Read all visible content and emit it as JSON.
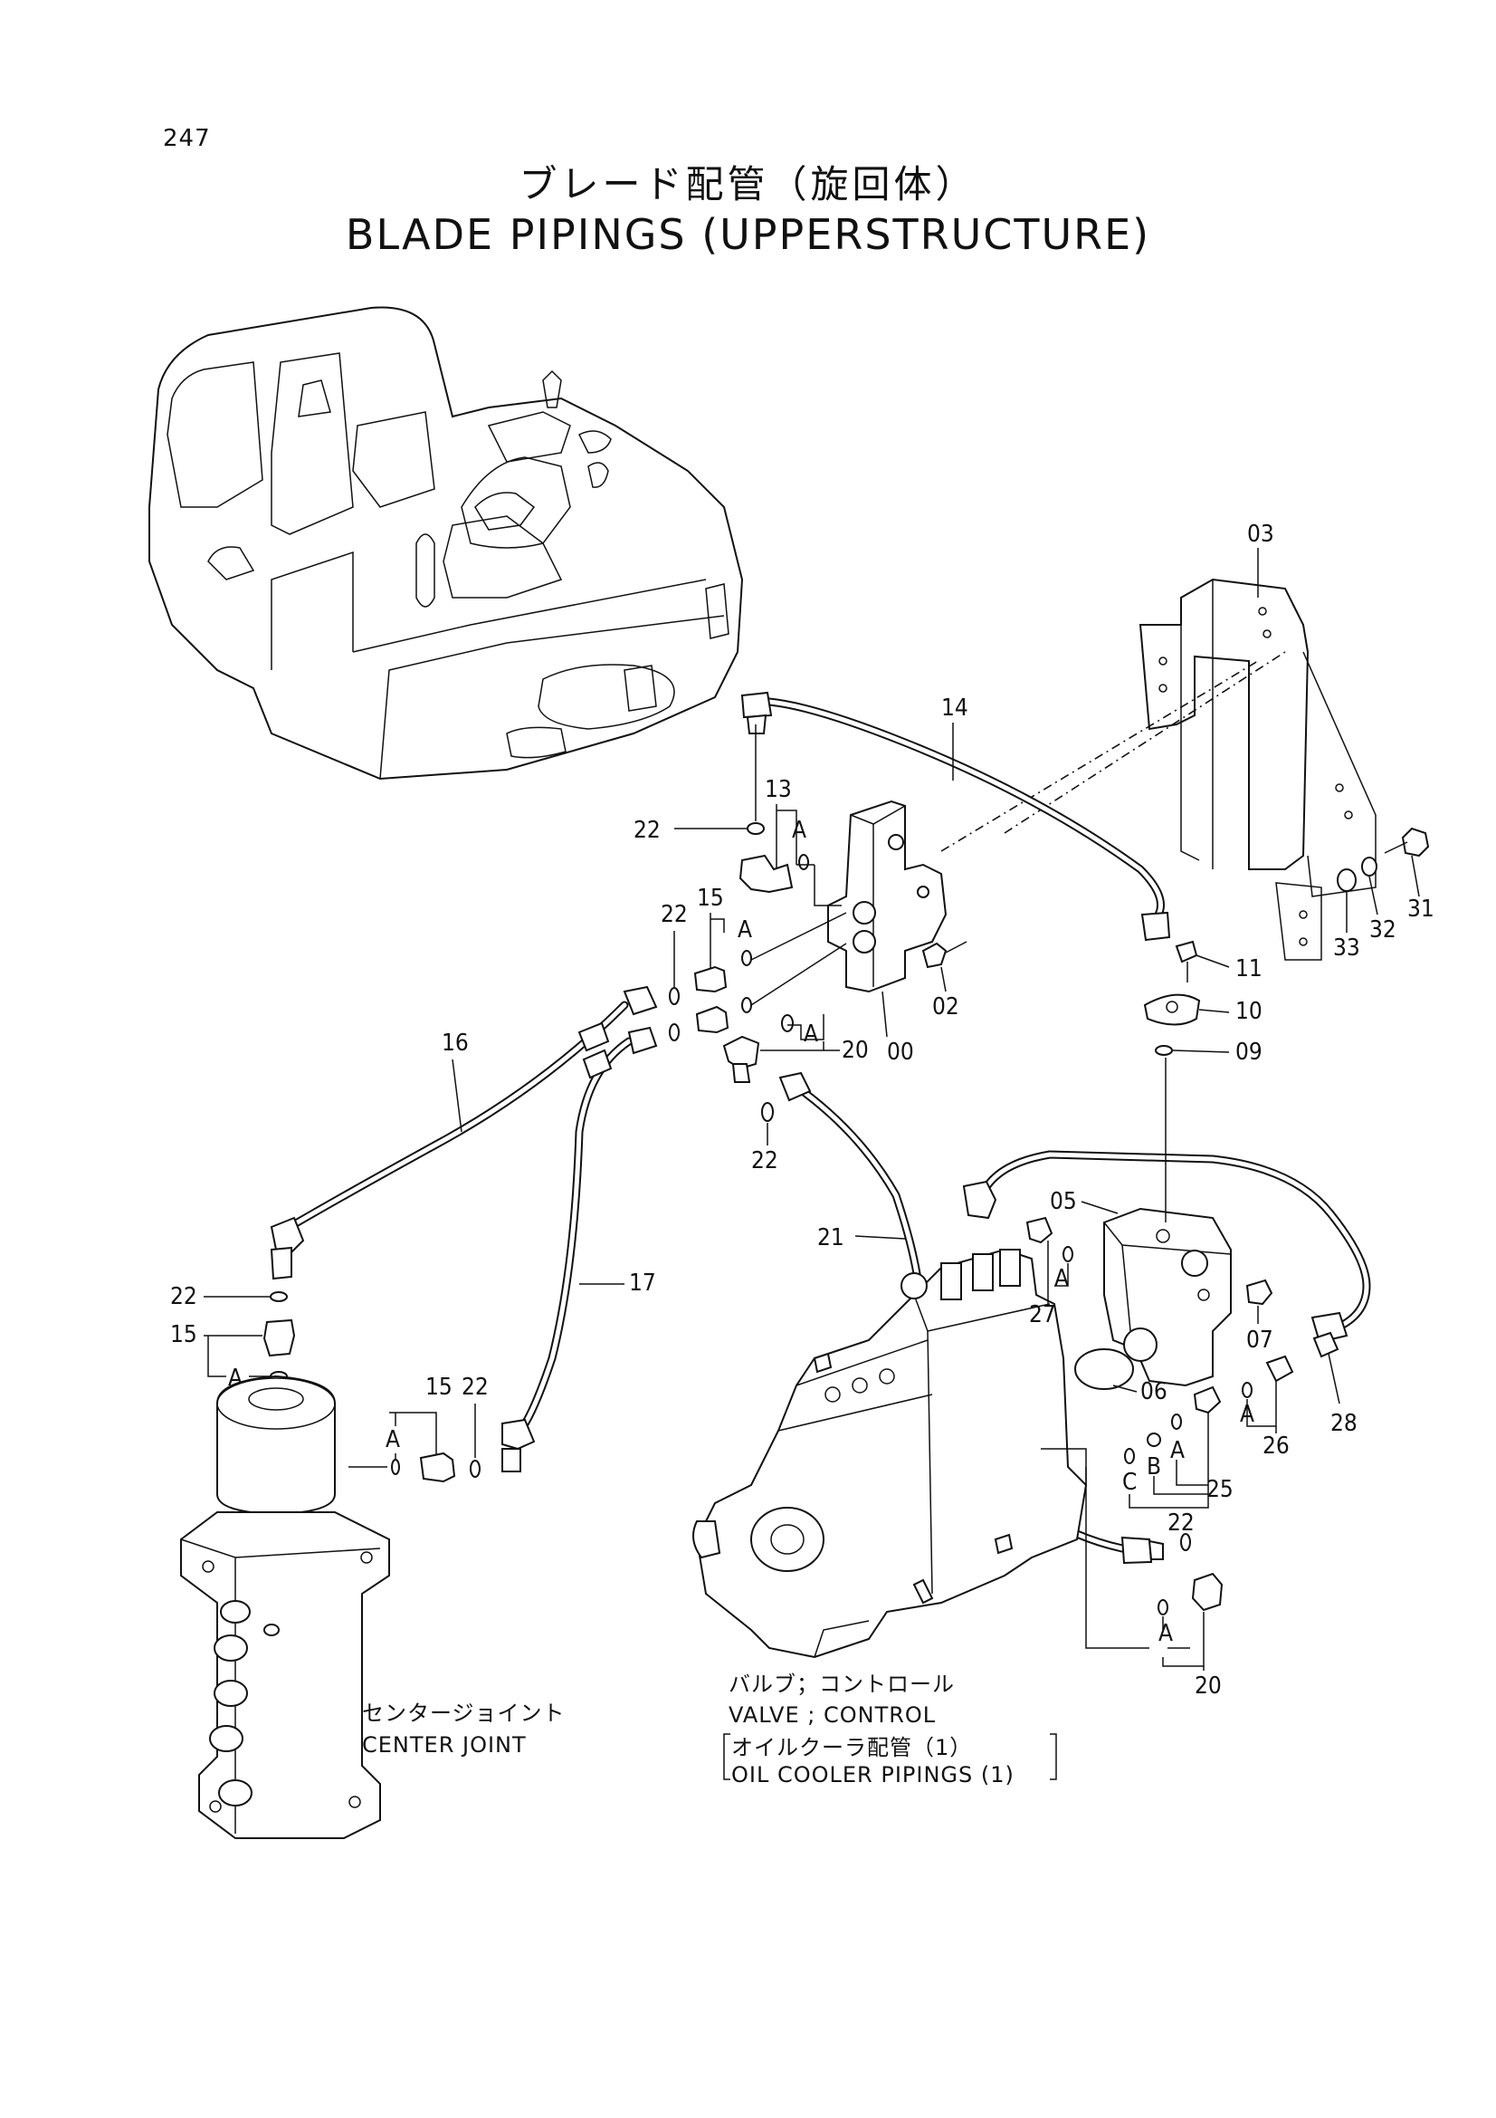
{
  "page_number": "247",
  "title_jp": "ブレード配管（旋回体）",
  "title_en": "BLADE PIPINGS (UPPERSTRUCTURE)",
  "captions": {
    "center_joint_jp": "センタージョイント",
    "center_joint_en": "CENTER  JOINT",
    "valve_jp": "バルブ；コントロール",
    "valve_en": "VALVE ; CONTROL",
    "oil_cooler_jp": "オイルクーラ配管（1）",
    "oil_cooler_en": "OIL  COOLER  PIPINGS (1)"
  },
  "part_labels": {
    "p03": "03",
    "p14": "14",
    "p13": "13",
    "p22a": "22",
    "p22b": "22",
    "p22c": "22",
    "p22d": "22",
    "p22e": "22",
    "p22f": "22",
    "p15a": "15",
    "p15b": "15",
    "p15c": "15",
    "p16": "16",
    "p17": "17",
    "p21": "21",
    "p02": "02",
    "p00": "00",
    "p20a": "20",
    "p20b": "20",
    "p11": "11",
    "p10": "10",
    "p09": "09",
    "p31": "31",
    "p32": "32",
    "p33": "33",
    "p05": "05",
    "p07": "07",
    "p06": "06",
    "p27": "27",
    "p26": "26",
    "p25": "25",
    "p28": "28"
  },
  "connection_marks": {
    "a1": "A",
    "a2": "A",
    "a3": "A",
    "a4": "A",
    "a5": "A",
    "a6": "A",
    "a7": "A",
    "a8": "A",
    "a9": "A",
    "b1": "B",
    "c1": "C"
  }
}
